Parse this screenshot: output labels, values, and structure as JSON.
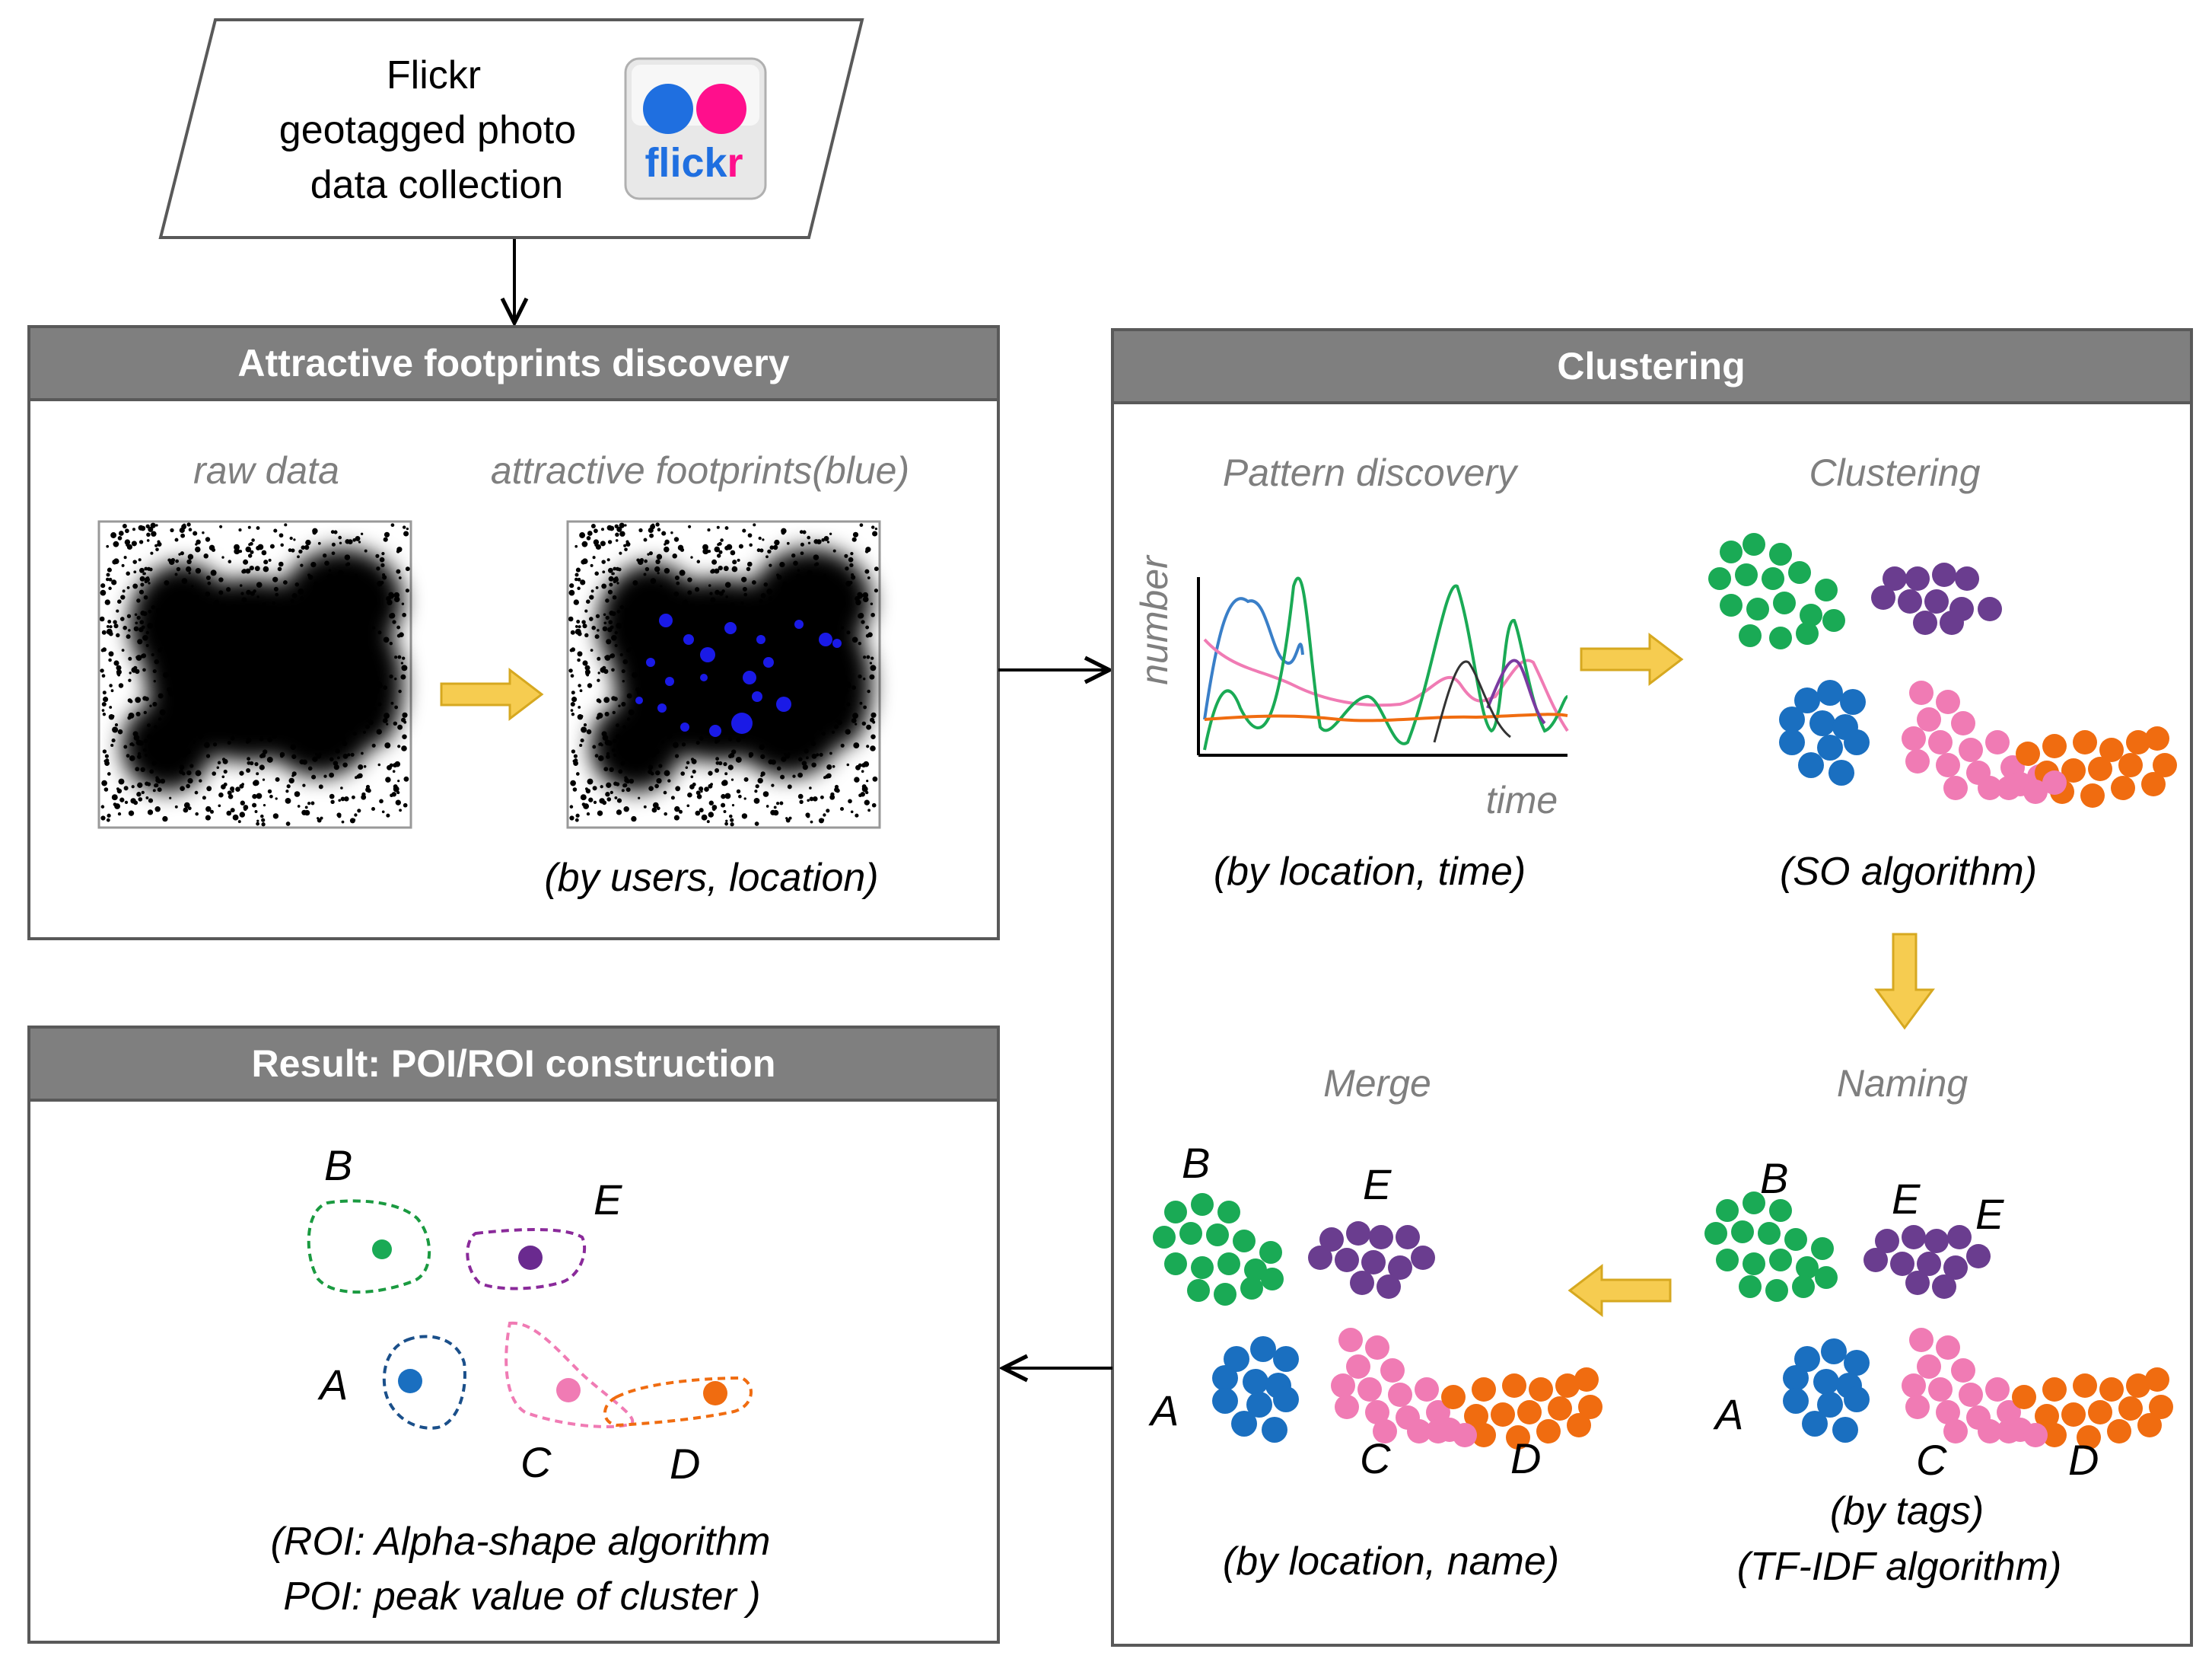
{
  "source": {
    "lines": [
      "Flickr",
      "geotagged photo",
      "data collection"
    ],
    "logo": {
      "text": "flickr",
      "icon": "flickr-logo"
    }
  },
  "footprints": {
    "title": "Attractive footprints discovery",
    "raw_caption": "raw data",
    "attr_caption": "attractive footprints(blue)",
    "note": "(by users, location)"
  },
  "clustering": {
    "title": "Clustering",
    "pattern": {
      "caption": "Pattern discovery",
      "y_axis": "number",
      "x_axis": "time",
      "note": "(by location, time)"
    },
    "cluster": {
      "caption": "Clustering",
      "note": "(SO algorithm)"
    },
    "naming": {
      "caption": "Naming",
      "note_line1": "(by tags)",
      "note_line2": "(TF-IDF algorithm)",
      "labels": {
        "A": "A",
        "B": "B",
        "C": "C",
        "D": "D",
        "E1": "E",
        "E2": "E"
      }
    },
    "merge": {
      "caption": "Merge",
      "note": "(by location, name)",
      "labels": {
        "A": "A",
        "B": "B",
        "C": "C",
        "D": "D",
        "E": "E"
      }
    }
  },
  "result": {
    "title": "Result: POI/ROI construction",
    "labels": {
      "A": "A",
      "B": "B",
      "C": "C",
      "D": "D",
      "E": "E"
    },
    "note_line1": "(ROI: Alpha-shape algorithm",
    "note_line2": "POI: peak value of cluster )"
  },
  "colors": {
    "green": "#1aaa55",
    "purple": "#6a3d8f",
    "blue": "#1a6fc0",
    "pink": "#f07bb4",
    "orange": "#f06c10",
    "arrow_fill": "#f6cc50",
    "header_bg": "#7f7f7f"
  }
}
